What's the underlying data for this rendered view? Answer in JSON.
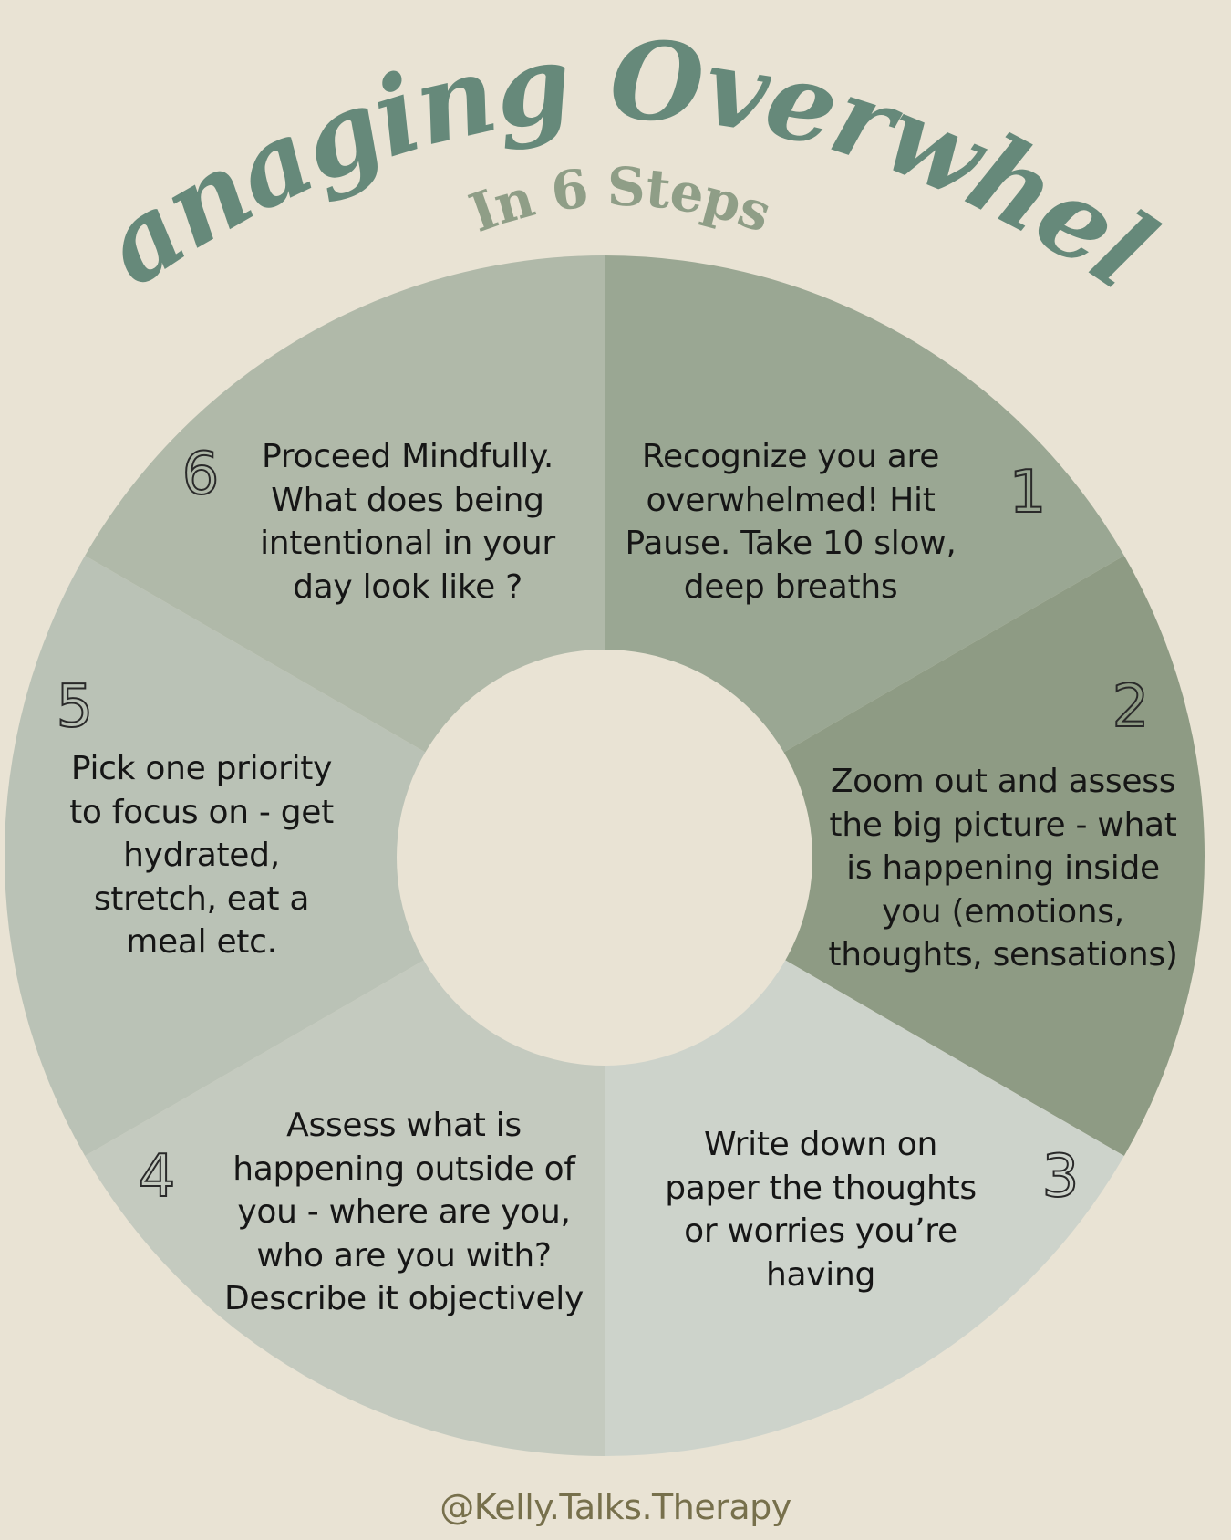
{
  "title": {
    "main": "Managing Overwhelm",
    "subtitle": "In 6 Steps"
  },
  "colors": {
    "background": "#e9e3d4",
    "title": "#66897a",
    "subtitle": "#8f9e87",
    "footer": "#77704c",
    "segments": [
      "#9aa793",
      "#8e9b84",
      "#cdd3cb",
      "#c4cabf",
      "#bac2b6",
      "#b0b9a9"
    ]
  },
  "steps": [
    {
      "number": "1",
      "lines": [
        "Recognize you are",
        "overwhelmed! Hit",
        "Pause. Take 10 slow,",
        "deep breaths"
      ]
    },
    {
      "number": "2",
      "lines": [
        "Zoom out and assess",
        "the big picture - what",
        "is happening inside",
        "you (emotions,",
        "thoughts, sensations)"
      ]
    },
    {
      "number": "3",
      "lines": [
        "Write down on",
        "paper the thoughts",
        "or worries you’re",
        "having"
      ]
    },
    {
      "number": "4",
      "lines": [
        "Assess what is",
        "happening outside of",
        "you - where are you,",
        "who are you with?",
        "Describe it objectively"
      ]
    },
    {
      "number": "5",
      "lines": [
        "Pick one priority",
        "to focus on - get",
        "hydrated,",
        "stretch, eat a",
        "meal etc."
      ]
    },
    {
      "number": "6",
      "lines": [
        "Proceed Mindfully.",
        "What does being",
        "intentional in your",
        "day look like ?"
      ]
    }
  ],
  "footer": {
    "handle": "@Kelly.Talks.Therapy"
  }
}
